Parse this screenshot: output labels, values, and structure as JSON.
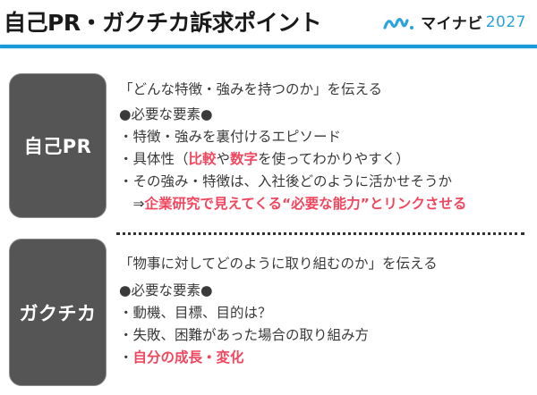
{
  "header": {
    "title": "自己PR・ガクチカ訴求ポイント",
    "logo": {
      "icon": "mynavi-wave-logo-icon",
      "brand": "マイナビ",
      "year": "2027",
      "accent_color": "#2ba3dc"
    },
    "rule_color": "#1a9ad6"
  },
  "sections": [
    {
      "tag": "自己PR",
      "lead": "「どんな特徴・強みを持つのか」を伝える",
      "elements_heading": "●必要な要素●",
      "items": [
        {
          "parts": [
            {
              "text": "・特徴・強みを裏付けるエピソード",
              "emphasis": false
            }
          ]
        },
        {
          "parts": [
            {
              "text": "・具体性（",
              "emphasis": false
            },
            {
              "text": "比較",
              "emphasis": true
            },
            {
              "text": "や",
              "emphasis": false
            },
            {
              "text": "数字",
              "emphasis": true
            },
            {
              "text": "を使ってわかりやすく）",
              "emphasis": false
            }
          ]
        },
        {
          "parts": [
            {
              "text": "・その強み・特徴は、入社後どのように活かせそうか",
              "emphasis": false
            }
          ]
        },
        {
          "parts": [
            {
              "text": "　⇒",
              "emphasis": false
            },
            {
              "text": "企業研究で見えてくる“必要な能力”とリンクさせる",
              "emphasis": true
            }
          ]
        }
      ]
    },
    {
      "tag": "ガクチカ",
      "lead": "「物事に対してどのように取り組むのか」を伝える",
      "elements_heading": "●必要な要素●",
      "items": [
        {
          "parts": [
            {
              "text": "・動機、目標、目的は？",
              "emphasis": false
            }
          ]
        },
        {
          "parts": [
            {
              "text": "・失敗、困難があった場合の取り組み方",
              "emphasis": false
            }
          ]
        },
        {
          "parts": [
            {
              "text": "・",
              "emphasis": false
            },
            {
              "text": "自分の成長・変化",
              "emphasis": true
            }
          ]
        }
      ]
    }
  ],
  "colors": {
    "tag_background": "#555555",
    "emphasis": "#f0475f",
    "body_text": "#3a3a3a"
  }
}
